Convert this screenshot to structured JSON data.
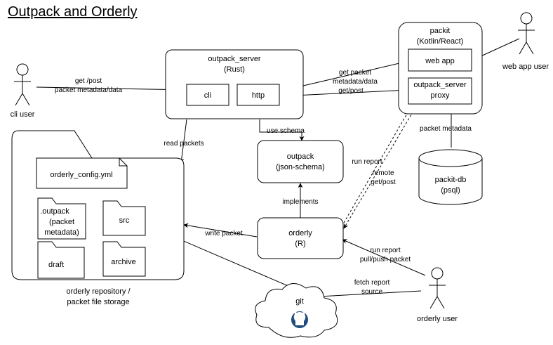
{
  "title": "Outpack and Orderly",
  "actors": {
    "cli_user": "cli user",
    "web_app_user": "web app user",
    "orderly_user": "orderly user"
  },
  "outpack_server": {
    "title": "outpack_server",
    "subtitle": "(Rust)",
    "cli": "cli",
    "http": "http"
  },
  "packit": {
    "title": "packit",
    "subtitle": "(Kotlin/React)",
    "web_app": "web app",
    "proxy_line1": "outpack_server",
    "proxy_line2": "proxy"
  },
  "outpack": {
    "title": "outpack",
    "subtitle": "(json-schema)"
  },
  "orderly": {
    "title": "orderly",
    "subtitle": "(R)"
  },
  "packit_db": {
    "title": "packit-db",
    "subtitle": "(psql)"
  },
  "repository": {
    "config": "orderly_config.yml",
    "outpack_line1": ".outpack",
    "outpack_line2": "(packet",
    "outpack_line3": "metadata)",
    "src": "src",
    "draft": "draft",
    "archive": "archive",
    "label_line1": "orderly repository /",
    "label_line2": "packet file storage"
  },
  "git": {
    "label": "git"
  },
  "edges": {
    "cli_get_post_1": "get /post",
    "cli_get_post_2": "packet metadata/data",
    "webapp_get_1": "get packet",
    "webapp_get_2": "metadata/data",
    "webapp_get_3": "get/post",
    "read_packets": "read packets",
    "use_schema": "use schema",
    "packet_metadata": "packet metadata",
    "run_report": "run report",
    "remote_1": "remote",
    "remote_2": "get/post",
    "implements": "implements",
    "write_packet": "write packet",
    "run_report_pull_1": "run report",
    "run_report_pull_2": "pull/push packet",
    "fetch_report_1": "fetch report",
    "fetch_report_2": "source"
  }
}
